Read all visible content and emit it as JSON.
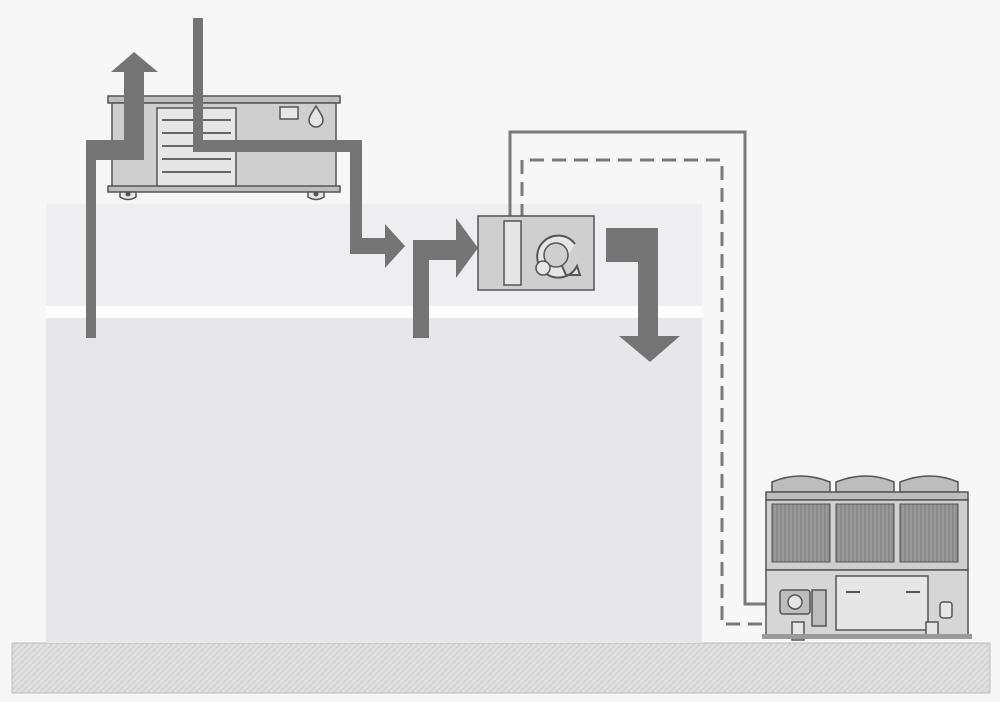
{
  "diagram": {
    "kind": "hvac-system-schematic",
    "components": [
      {
        "id": "rooftop-air-handler",
        "icon": "air-handling-unit-icon"
      },
      {
        "id": "fan-coil-unit",
        "icon": "fan-coil-icon"
      },
      {
        "id": "air-cooled-chiller",
        "icon": "chiller-icon"
      }
    ],
    "flows": [
      {
        "id": "fresh-air-intake",
        "style": "solid-arrow"
      },
      {
        "id": "exhaust-air",
        "style": "solid-arrow"
      },
      {
        "id": "supply-to-fan-coil",
        "style": "solid-arrow"
      },
      {
        "id": "return-air",
        "style": "solid-arrow"
      },
      {
        "id": "conditioned-air-supply",
        "style": "solid-arrow"
      },
      {
        "id": "chilled-water-supply",
        "style": "solid-line"
      },
      {
        "id": "chilled-water-return",
        "style": "dashed-line"
      }
    ],
    "colors": {
      "background": "#f7f7f7",
      "building": "#e7e6e8",
      "floor_band": "#eeedef",
      "ground": "#dcdcdc",
      "flow_arrow": "#747474",
      "unit_fill": "#cfcfcf",
      "outline": "#555555"
    }
  }
}
